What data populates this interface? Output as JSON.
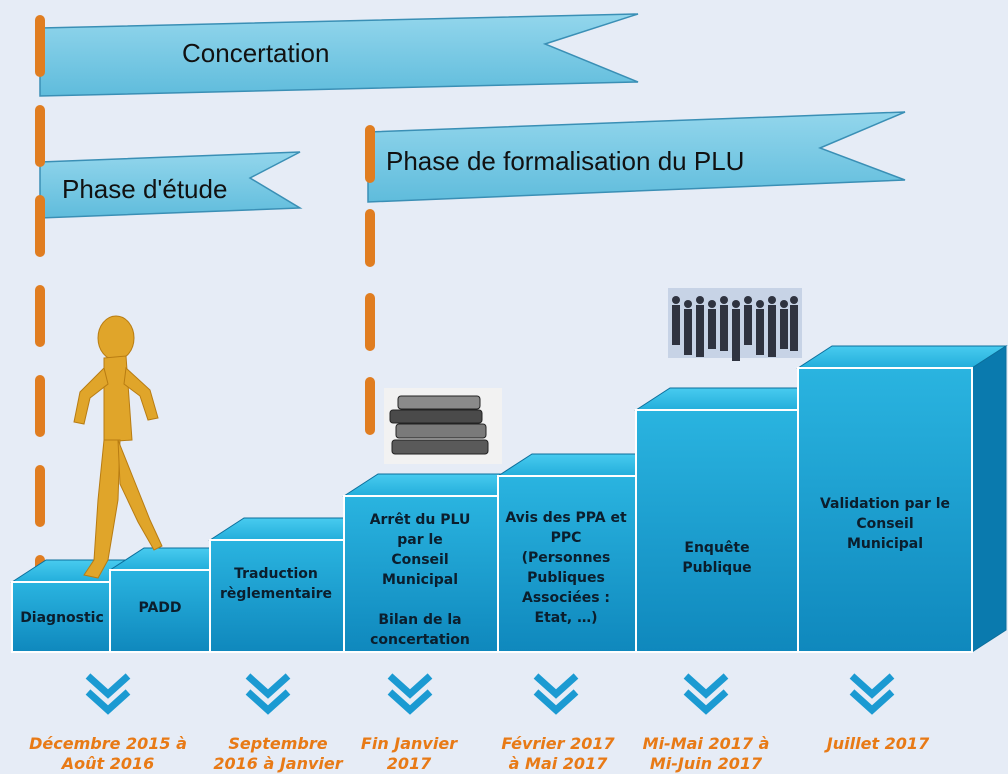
{
  "flags": {
    "concertation": "Concertation",
    "phase_etude": "Phase d'étude",
    "phase_formalisation": "Phase de formalisation du PLU"
  },
  "steps": [
    {
      "label": "Diagnostic",
      "date": "Décembre 2015 à\nAoût 2016"
    },
    {
      "label": "PADD",
      "date": "Septembre\n2016 à Janvier"
    },
    {
      "label": "Traduction\nrèglementaire",
      "date": ""
    },
    {
      "label": "Arrêt du PLU\npar le\nConseil\nMunicipal\n\nBilan de la\nconcertation",
      "date": "Fin Janvier\n2017"
    },
    {
      "label": "Avis des PPA et\nPPC\n(Personnes\nPubliques\nAssociées :\nEtat, …)",
      "date": "Février 2017\nà Mai 2017"
    },
    {
      "label": "Enquête\nPublique",
      "date": "Mi-Mai 2017 à\nMi-Juin 2017"
    },
    {
      "label": "Validation par le\nConseil\nMunicipal",
      "date": "Juillet 2017"
    }
  ],
  "icons": [
    "walking-figure-icon",
    "books-icon",
    "crowd-icon",
    "double-chevron-down-icon"
  ],
  "colors": {
    "step_front": "#1ea6d3",
    "step_top": "#3cc2ec",
    "flag": "#7ecde6",
    "dash": "#e07d20",
    "date": "#e87a16",
    "arrow": "#1b9ad2"
  }
}
